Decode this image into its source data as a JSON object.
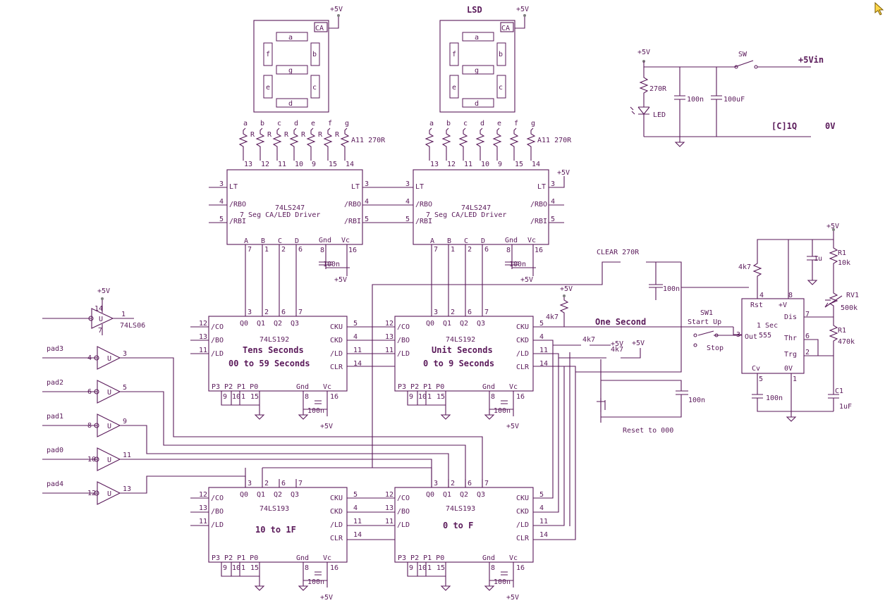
{
  "title_lsd": "LSD",
  "power": {
    "vcc": "+5V",
    "vin": "+5Vin",
    "gnd_label": "[C]1Q",
    "zero_v": "0V",
    "switch": "SW"
  },
  "psu": {
    "resistor": "270R",
    "led": "LED",
    "cap1": "100n",
    "cap2": "100uF"
  },
  "display": {
    "ca_label": "CA",
    "segments": [
      "a",
      "b",
      "c",
      "d",
      "e",
      "f",
      "g"
    ],
    "resistor_label": "R",
    "resistor_array": "A11 270R",
    "pins": [
      "13",
      "12",
      "11",
      "10",
      "9",
      "15",
      "14"
    ]
  },
  "driver": {
    "part": "74LS247",
    "desc": "7 Seg CA/LED Driver",
    "lt": "LT",
    "rbo": "/RBO",
    "rbi": "/RBI",
    "in_labels": [
      "A",
      "B",
      "C",
      "D"
    ],
    "in_pins": [
      "7",
      "1",
      "2",
      "6"
    ],
    "gnd": "Gnd",
    "vc": "Vc",
    "gnd_pin": "8",
    "vc_pin": "16",
    "left_pins": [
      "3",
      "4",
      "5"
    ],
    "right_pins": [
      "3",
      "4",
      "5"
    ],
    "decoupling": "100n"
  },
  "counter192": {
    "part": "74LS192",
    "tens_title1": "Tens Seconds",
    "tens_title2": "00 to 59 Seconds",
    "units_title1": "Unit Seconds",
    "units_title2": "0 to 9 Seconds",
    "out_labels": [
      "Q0",
      "Q1",
      "Q2",
      "Q3"
    ],
    "out_pins": [
      "3",
      "2",
      "6",
      "7"
    ],
    "left_labels": [
      "/CO",
      "/BO",
      "/LD"
    ],
    "left_pins": [
      "12",
      "13",
      "11"
    ],
    "right_labels": [
      "CKU",
      "CKD",
      "/LD",
      "CLR"
    ],
    "right_pins": [
      "5",
      "4",
      "11",
      "14"
    ],
    "p_labels": "P3 P2 P1 P0",
    "p_pins": [
      "9",
      "10",
      "1",
      "15"
    ],
    "gnd": "Gnd",
    "vc": "Vc",
    "gnd_pin": "8",
    "vc_pin": "16"
  },
  "counter193": {
    "part": "74LS193",
    "left_title": "10 to 1F",
    "right_title": "0 to F"
  },
  "inverter": {
    "part": "74LS06",
    "u": "U",
    "pads": [
      "pad3",
      "pad2",
      "pad1",
      "pad0",
      "pad4"
    ],
    "in_pins": [
      "4",
      "6",
      "8",
      "10",
      "12"
    ],
    "out_pins": [
      "3",
      "5",
      "9",
      "11",
      "13"
    ],
    "top_pins": {
      "in": "14",
      "out": "1",
      "gnd": "7"
    }
  },
  "timer": {
    "part": "555",
    "desc": "1 Sec",
    "labels": {
      "rst": "Rst",
      "vcc": "+V",
      "dis": "Dis",
      "thr": "Thr",
      "trg": "Trg",
      "out": "Out",
      "cv": "Cv",
      "gnd": "0V"
    },
    "pins": {
      "rst": "4",
      "vcc": "8",
      "dis": "7",
      "thr": "6",
      "trg": "2",
      "out": "3",
      "cv": "5",
      "gnd": "1"
    },
    "r1a": "R1",
    "r1a_val": "10k",
    "rv1": "RV1",
    "rv1_val": "500k",
    "r1b": "R1",
    "r1b_val": "470k",
    "c1": "C1",
    "c1_val": "1uF",
    "cv_cap": "100n",
    "decap": "1u",
    "rst_res": "4k7"
  },
  "controls": {
    "one_second": "One Second",
    "sw1": "SW1",
    "start": "Start Up",
    "stop": "Stop",
    "clear": "CLEAR 270R",
    "clear_cap": "100n",
    "reset": "Reset to 000",
    "reset_cap": "100n",
    "pullup": "4k7"
  }
}
